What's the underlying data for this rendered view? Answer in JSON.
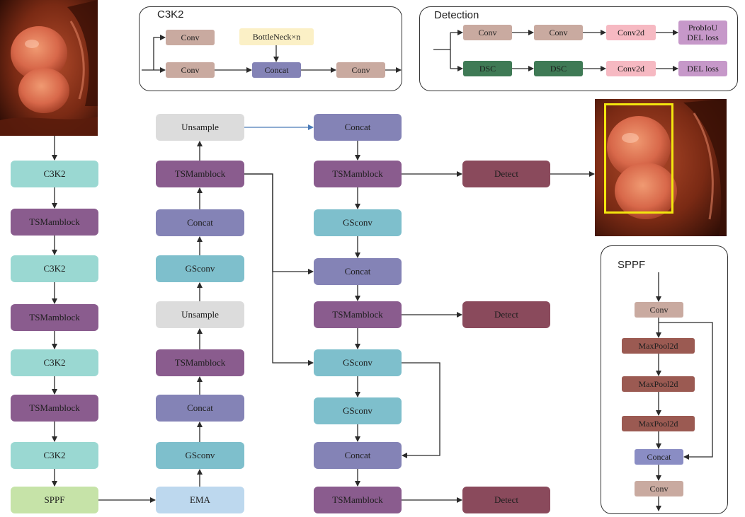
{
  "colors": {
    "c3k2": "#9ad8d2",
    "tsmamblock": "#8a5c8e",
    "sppf": "#c6e3a8",
    "ema": "#bdd8ee",
    "gsconv": "#7ebfcc",
    "concat": "#8483b6",
    "unsample": "#dcdcdc",
    "detect": "#8a4a5c",
    "conv": "#c9aaa0",
    "bottleneck": "#fbf0c6",
    "conv2d": "#f6b9c2",
    "dsc": "#3f7a55",
    "loss": "#c698c9",
    "maxpool": "#9b5a52",
    "spp_concat": "#8a8dc4",
    "arrow": "#2a2a2a",
    "arrow_blue": "#4a7ab8",
    "bbox": "#f3e60e"
  },
  "backbone": [
    {
      "label": "C3K2",
      "kind": "c3k2"
    },
    {
      "label": "TSMamblock",
      "kind": "tsmamblock"
    },
    {
      "label": "C3K2",
      "kind": "c3k2"
    },
    {
      "label": "TSMamblock",
      "kind": "tsmamblock"
    },
    {
      "label": "C3K2",
      "kind": "c3k2"
    },
    {
      "label": "TSMamblock",
      "kind": "tsmamblock"
    },
    {
      "label": "C3K2",
      "kind": "c3k2"
    },
    {
      "label": "SPPF",
      "kind": "sppf"
    }
  ],
  "neck": [
    {
      "label": "Unsample",
      "kind": "unsample"
    },
    {
      "label": "TSMamblock",
      "kind": "tsmamblock"
    },
    {
      "label": "Concat",
      "kind": "concat"
    },
    {
      "label": "GSconv",
      "kind": "gsconv"
    },
    {
      "label": "Unsample",
      "kind": "unsample"
    },
    {
      "label": "TSMamblock",
      "kind": "tsmamblock"
    },
    {
      "label": "Concat",
      "kind": "concat"
    },
    {
      "label": "GSconv",
      "kind": "gsconv"
    },
    {
      "label": "EMA",
      "kind": "ema"
    }
  ],
  "head": [
    {
      "label": "Concat",
      "kind": "concat"
    },
    {
      "label": "TSMamblock",
      "kind": "tsmamblock"
    },
    {
      "label": "GSconv",
      "kind": "gsconv"
    },
    {
      "label": "Concat",
      "kind": "concat"
    },
    {
      "label": "TSMamblock",
      "kind": "tsmamblock"
    },
    {
      "label": "GSconv",
      "kind": "gsconv"
    },
    {
      "label": "GSconv",
      "kind": "gsconv"
    },
    {
      "label": "Concat",
      "kind": "concat"
    },
    {
      "label": "TSMamblock",
      "kind": "tsmamblock"
    }
  ],
  "detect_label": "Detect",
  "c3k2_panel": {
    "title": "C3K2",
    "conv_top": "Conv",
    "bottleneck": "BottleNeck×n",
    "conv_in": "Conv",
    "concat": "Concat",
    "conv_out": "Conv"
  },
  "detection_panel": {
    "title": "Detection",
    "conv1": "Conv",
    "conv2": "Conv",
    "conv2d_top": "Conv2d",
    "loss_top_line1": "ProbIoU",
    "loss_top_line2": "DEL loss",
    "dsc1": "DSC",
    "dsc2": "DSC",
    "conv2d_bottom": "Conv2d",
    "loss_bottom": "DEL loss"
  },
  "sppf_panel": {
    "title": "SPPF",
    "conv_in": "Conv",
    "maxpools": [
      "MaxPool2d",
      "MaxPool2d",
      "MaxPool2d"
    ],
    "concat": "Concat",
    "conv_out": "Conv"
  }
}
